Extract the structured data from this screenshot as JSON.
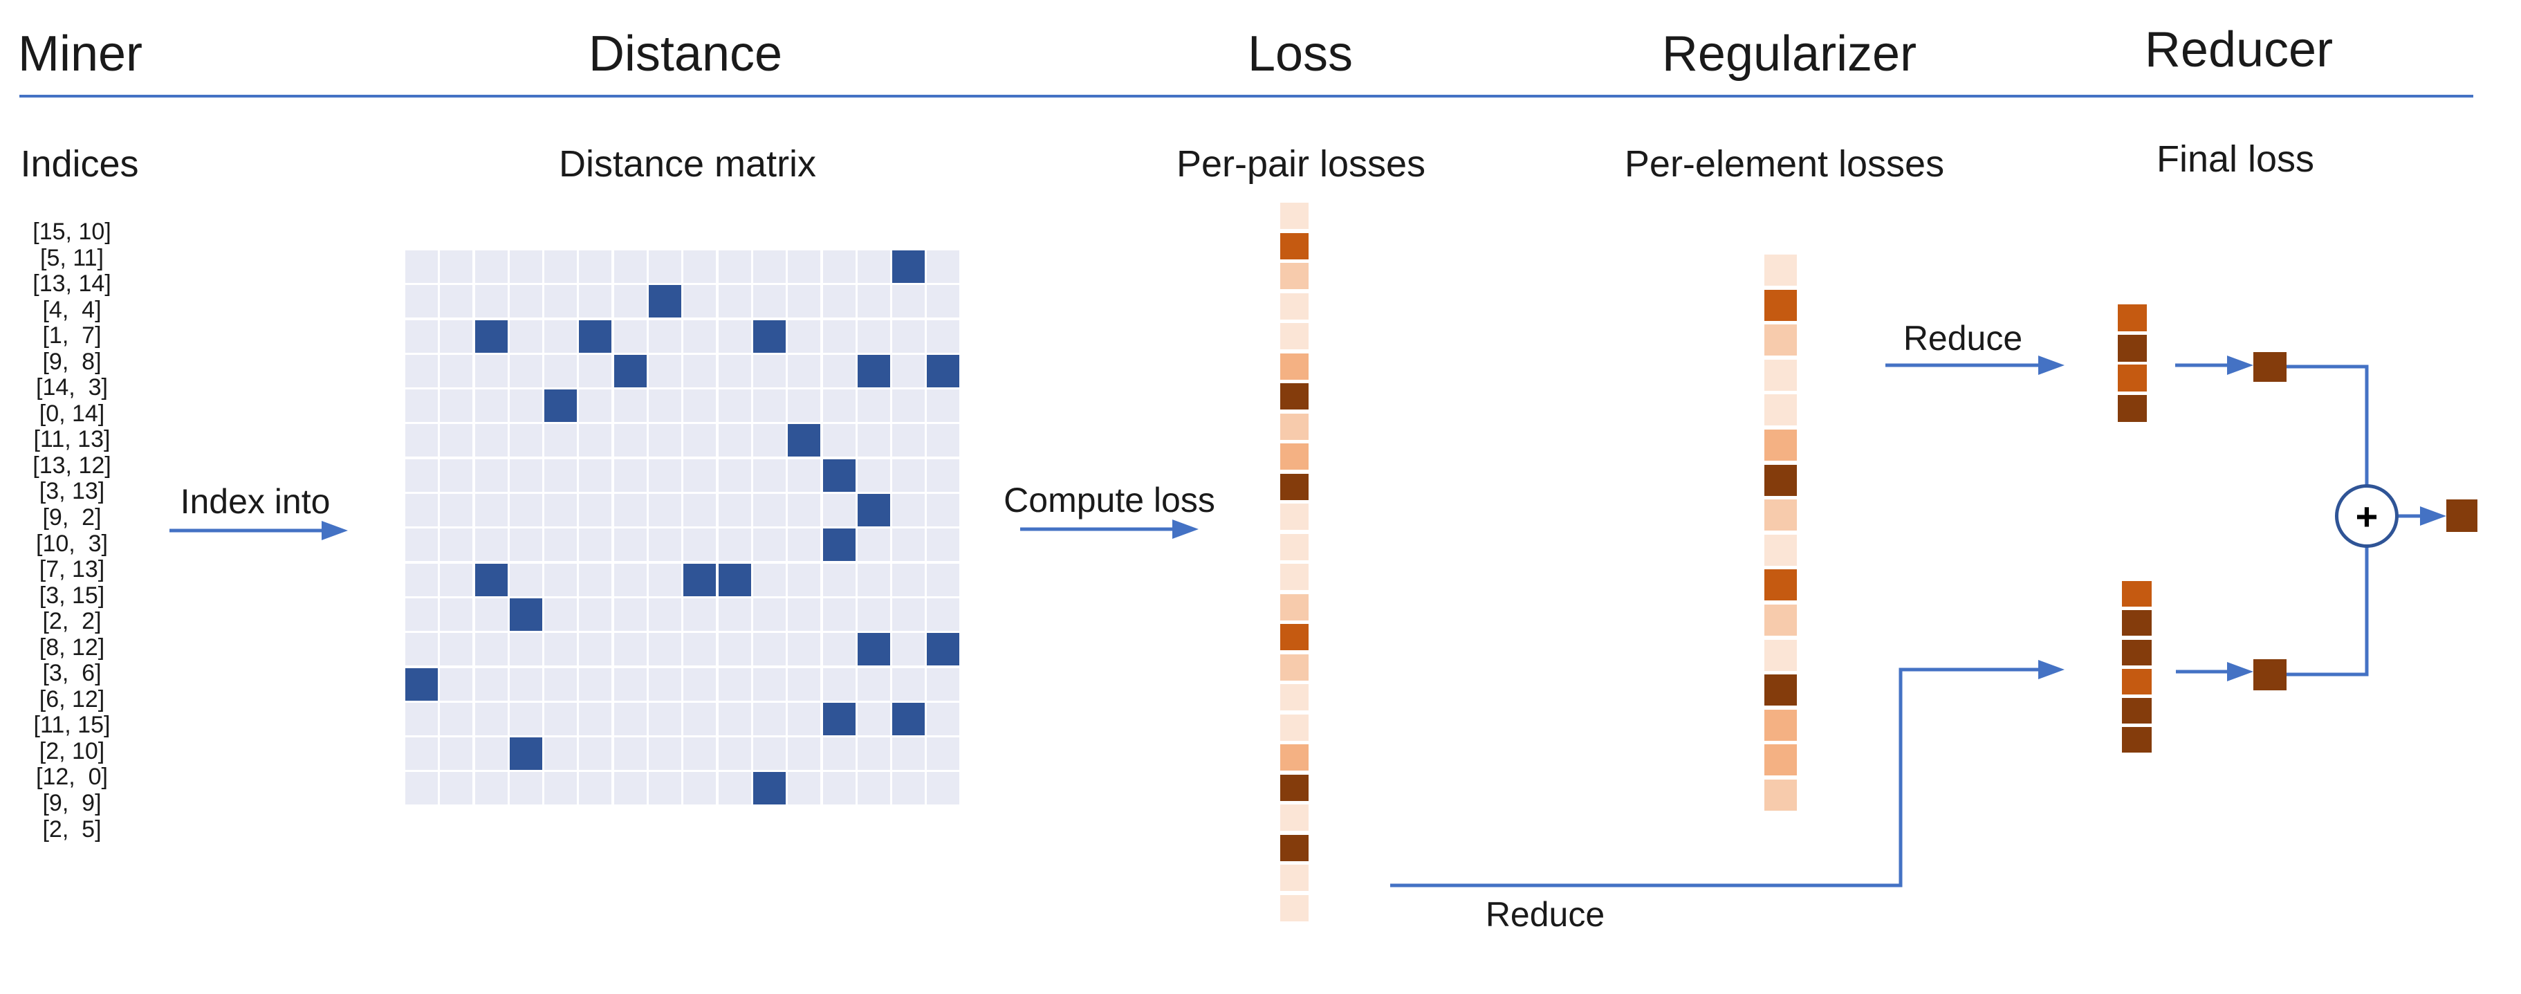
{
  "pipeline": {
    "columns": [
      {
        "header": "Miner",
        "sublabel": "Indices"
      },
      {
        "header": "Distance",
        "sublabel": "Distance matrix"
      },
      {
        "header": "Loss",
        "sublabel": "Per-pair losses"
      },
      {
        "header": "Regularizer",
        "sublabel": "Per-element losses"
      },
      {
        "header": "Reducer",
        "sublabel": "Final loss"
      }
    ]
  },
  "indices": [
    "[15, 10]",
    "[5, 11]",
    "[13, 14]",
    "[4,  4]",
    "[1,  7]",
    "[9,  8]",
    "[14,  3]",
    "[0, 14]",
    "[11, 13]",
    "[13, 12]",
    "[3, 13]",
    "[9,  2]",
    "[10,  3]",
    "[7, 13]",
    "[3, 15]",
    "[2,  2]",
    "[8, 12]",
    "[3,  6]",
    "[6, 12]",
    "[11, 15]",
    "[2, 10]",
    "[12,  0]",
    "[9,  9]",
    "[2,  5]"
  ],
  "matrix": {
    "size": 16,
    "highlighted_cells": [
      [
        15,
        10
      ],
      [
        5,
        11
      ],
      [
        13,
        14
      ],
      [
        4,
        4
      ],
      [
        1,
        7
      ],
      [
        9,
        8
      ],
      [
        14,
        3
      ],
      [
        0,
        14
      ],
      [
        11,
        13
      ],
      [
        13,
        12
      ],
      [
        3,
        13
      ],
      [
        9,
        2
      ],
      [
        10,
        3
      ],
      [
        7,
        13
      ],
      [
        3,
        15
      ],
      [
        2,
        2
      ],
      [
        8,
        12
      ],
      [
        3,
        6
      ],
      [
        6,
        12
      ],
      [
        11,
        15
      ],
      [
        2,
        10
      ],
      [
        12,
        0
      ],
      [
        9,
        9
      ],
      [
        2,
        5
      ]
    ]
  },
  "per_pair_losses": [
    "light",
    "dark_orange",
    "light_medium",
    "light",
    "light",
    "medium",
    "dark",
    "light_medium",
    "medium",
    "dark",
    "light",
    "light",
    "light",
    "light_medium",
    "dark_orange",
    "light_medium",
    "light",
    "light",
    "medium",
    "dark",
    "light",
    "dark",
    "light",
    "light"
  ],
  "per_element_losses": [
    "light",
    "dark_orange",
    "light_medium",
    "light",
    "light",
    "medium",
    "dark",
    "light_medium",
    "light",
    "dark_orange",
    "light_medium",
    "light",
    "dark",
    "medium",
    "medium",
    "light_medium"
  ],
  "reducer": {
    "stack_top": [
      "dark_orange",
      "dark",
      "dark_orange",
      "dark"
    ],
    "stack_bottom": [
      "dark_orange",
      "dark",
      "dark",
      "dark_orange",
      "dark",
      "dark"
    ],
    "plus_label": "+"
  },
  "labels": {
    "index_into": "Index into",
    "compute_loss": "Compute loss",
    "reduce_top": "Reduce",
    "reduce_bottom": "Reduce"
  },
  "colors": {
    "accent_blue": "#4472C4",
    "deep_blue": "#2F5496",
    "matrix_cell": "#E8EAF4",
    "matrix_highlight": "#2F5496",
    "light": "#FBE5D6",
    "light_medium": "#F7CBAC",
    "medium": "#F4B183",
    "dark_orange": "#C55A11",
    "dark": "#843C0C",
    "text": "#1A1A1A"
  }
}
